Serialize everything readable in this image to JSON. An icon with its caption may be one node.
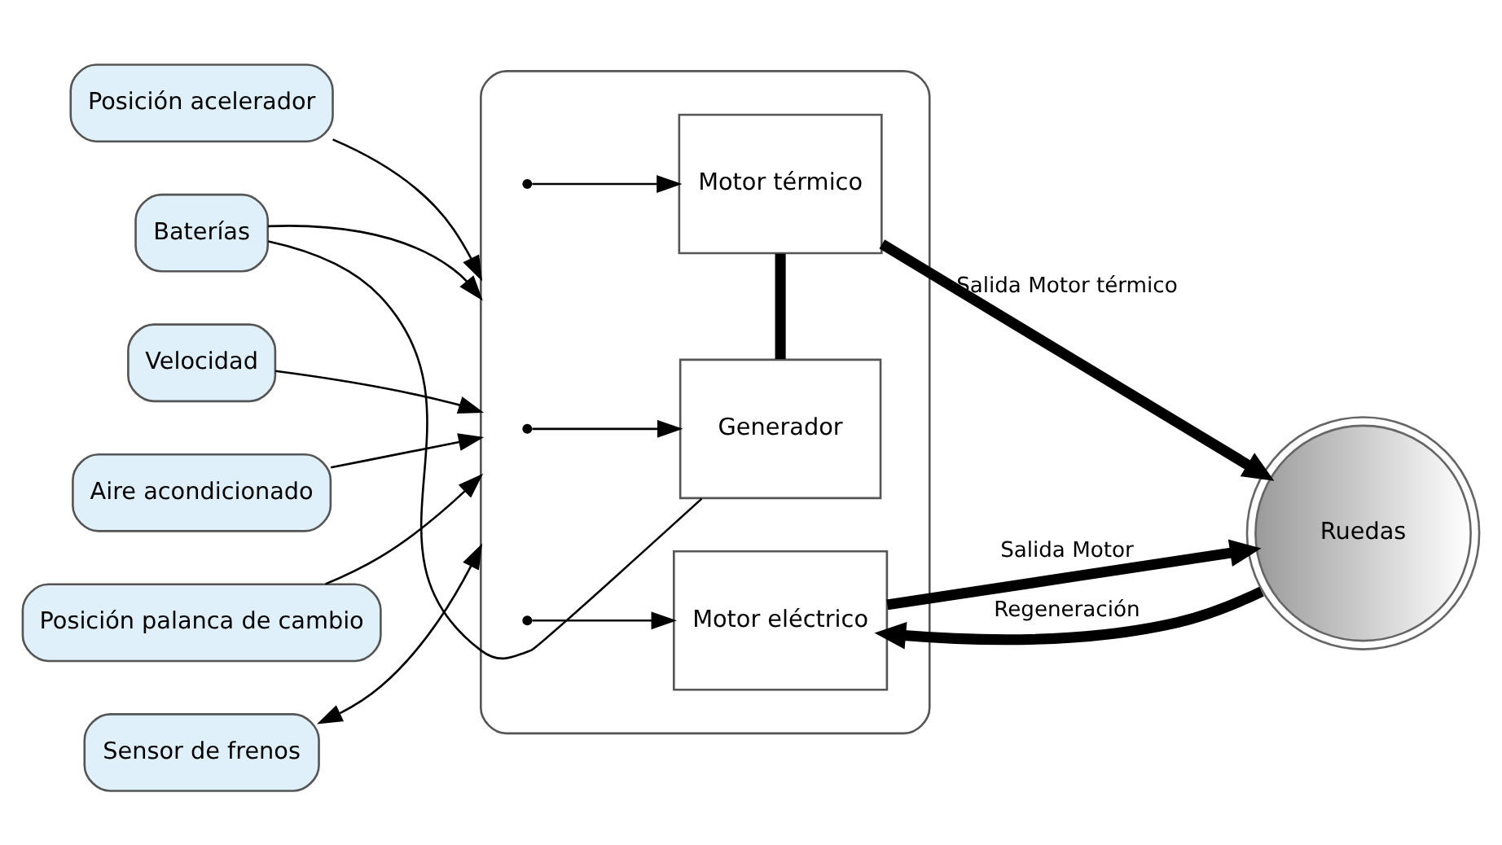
{
  "diagram": {
    "nodes": [
      {
        "text": [
          "Posición acelerador"
        ]
      },
      {
        "text": [
          "Velocidad"
        ]
      },
      {
        "text": [
          "Aire acondicionado"
        ]
      },
      {
        "text": [
          "Posición palanca de cambio"
        ]
      },
      {
        "text": [
          "Sensor de frenos"
        ]
      },
      {
        "text": [
          "Baterías"
        ]
      },
      {
        "text": [],
        "shape": "box"
      },
      {
        "text": [
          "Motor térmico"
        ],
        "in": 6
      },
      {
        "text": [
          "Generador"
        ],
        "in": 6
      },
      {
        "text": [
          "Motor eléctrico"
        ],
        "in": 6
      },
      {
        "text": [
          "Ruedas"
        ]
      }
    ],
    "edges": [
      {
        "from": 0,
        "to": 6,
        "arrow": "to"
      },
      {
        "from": 1,
        "to": 6,
        "arrow": "to"
      },
      {
        "from": 2,
        "to": 6,
        "arrow": "to"
      },
      {
        "from": 3,
        "to": 6,
        "arrow": "to"
      },
      {
        "from": 4,
        "to": 6,
        "arrow": "both"
      },
      {
        "from": 5,
        "to": 6,
        "arrow": "to"
      },
      {
        "from": null,
        "to": 7,
        "arrow": "to"
      },
      {
        "from": null,
        "to": 8,
        "arrow": "to"
      },
      {
        "from": null,
        "to": 9,
        "arrow": "to"
      },
      {
        "from": 7,
        "to": 8,
        "arrow": "none",
        "style": "thick"
      },
      {
        "from": 8,
        "to": 5,
        "arrow": "none"
      },
      {
        "from": 7,
        "to": 10,
        "arrow": "to",
        "style": "thick",
        "label": "Salida Motor térmico"
      },
      {
        "from": 9,
        "to": 10,
        "arrow": "to",
        "style": "thick",
        "label": "Salida Motor"
      },
      {
        "from": 10,
        "to": 9,
        "arrow": "to",
        "style": "thick",
        "label": "Regeneración"
      }
    ]
  }
}
